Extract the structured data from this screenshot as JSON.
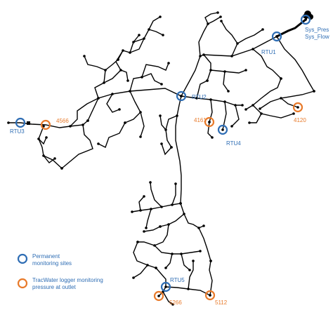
{
  "colors": {
    "pipe": "#000000",
    "permanent": "#2e6db4",
    "tracwater": "#e87a2a"
  },
  "sites": {
    "rtu1": "RTU1",
    "rtu2": "RTU2",
    "rtu3": "RTU3",
    "rtu4": "RTU4",
    "rtu5": "RTU5",
    "sys_pres": "Sys_Pres",
    "sys_flow": "Sys_Flow"
  },
  "loggers": {
    "l4566": "4566",
    "l4161": "4161",
    "l4120": "4120",
    "l5266": "5266",
    "l5112": "5112"
  },
  "legend": {
    "permanent_line1": "Permanent",
    "permanent_line2": "monitoring sites",
    "tracwater_line1": "TracWater logger monitoring",
    "tracwater_line2": "pressure at outlet"
  }
}
